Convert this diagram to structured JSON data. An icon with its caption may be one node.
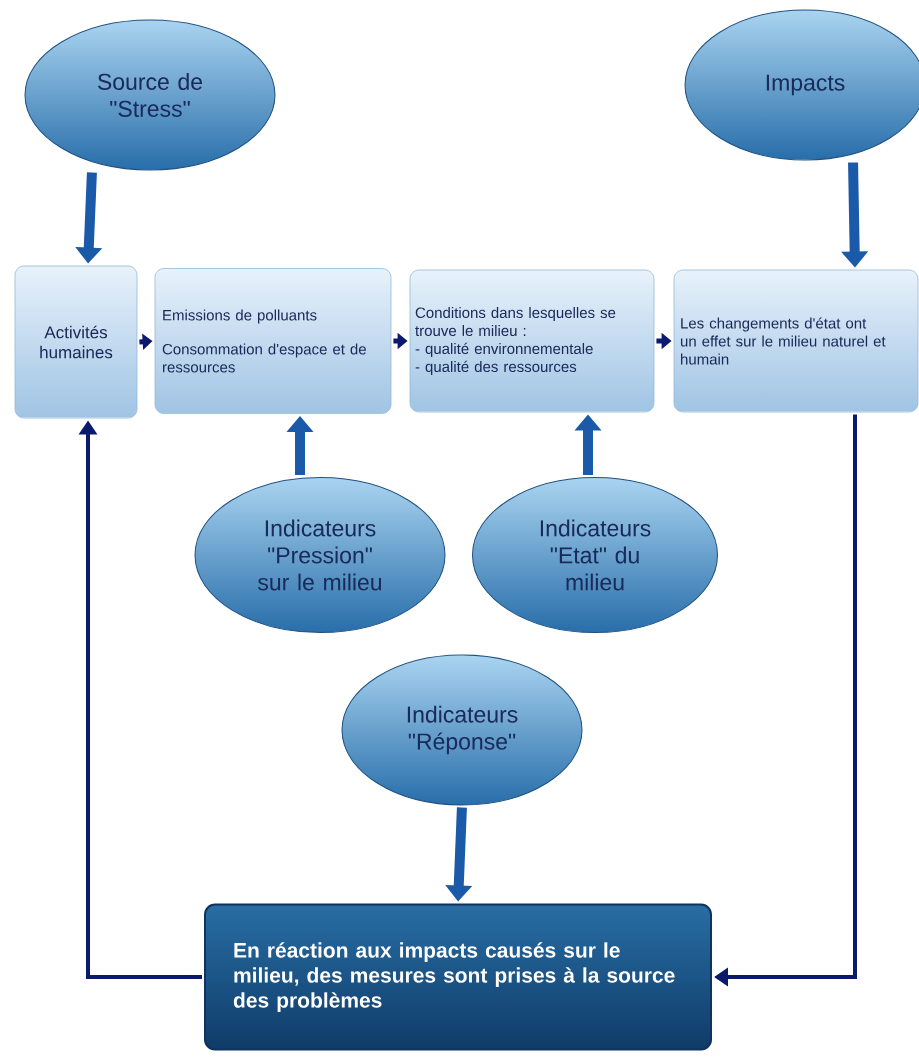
{
  "diagram": {
    "nodes": [
      {
        "text": [
          "Source de \"Stress\""
        ]
      },
      {
        "text": [
          "Impacts"
        ]
      },
      {
        "text": [
          "Activités humaines"
        ]
      },
      {
        "text": [
          "Emissions de polluants",
          "Consommation d'espace et de ressources"
        ]
      },
      {
        "text": [
          "Conditions dans lesquelles se trouve le milieu :",
          "- qualité environnementale",
          "- qualité des ressources"
        ]
      },
      {
        "text": [
          "Les changements d'état ont un effet sur le milieu naturel et humain"
        ]
      },
      {
        "text": [
          "Indicateurs \"Pression\" sur le milieu"
        ]
      },
      {
        "text": [
          "Indicateurs \"Etat\" du milieu"
        ]
      },
      {
        "text": [
          "Indicateurs \"Réponse\""
        ]
      },
      {
        "text": [
          "En réaction aux impacts causés sur le milieu, des mesures sont prises à la source des problèmes"
        ]
      }
    ],
    "edges": [
      {
        "from": 0,
        "to": 2,
        "arrow": "to",
        "style": "thick"
      },
      {
        "from": 1,
        "to": 5,
        "arrow": "to",
        "style": "thick"
      },
      {
        "from": 2,
        "to": 3,
        "arrow": "to",
        "color": "#0c1a6e"
      },
      {
        "from": 3,
        "to": 4,
        "arrow": "to",
        "color": "#0c1a6e"
      },
      {
        "from": 4,
        "to": 5,
        "arrow": "to",
        "color": "#0c1a6e"
      },
      {
        "from": 6,
        "to": 3,
        "arrow": "to",
        "style": "thick"
      },
      {
        "from": 7,
        "to": 4,
        "arrow": "to",
        "style": "thick"
      },
      {
        "from": 8,
        "to": 9,
        "arrow": "to",
        "style": "thick"
      },
      {
        "from": 5,
        "to": 9,
        "arrow": "to",
        "color": "#0c1a6e"
      },
      {
        "from": 9,
        "to": 2,
        "arrow": "to",
        "color": "#0c1a6e"
      }
    ]
  }
}
